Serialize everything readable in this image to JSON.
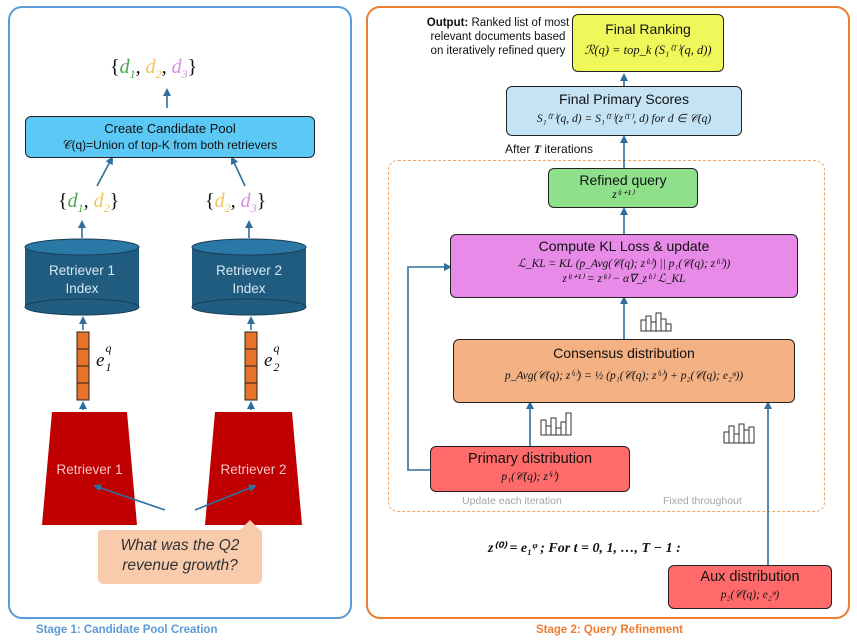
{
  "stage1": {
    "caption": "Stage 1: Candidate Pool Creation",
    "final_set": {
      "open": "{",
      "items": [
        "d",
        "d",
        "d"
      ],
      "subs": [
        "1",
        "2",
        "3"
      ],
      "close": "}"
    },
    "pool_box": {
      "title": "Create Candidate Pool",
      "subtitle": "𝒞(q)=Union of top-K from both retrievers"
    },
    "set_left": {
      "open": "{",
      "items": [
        "d",
        "d"
      ],
      "subs": [
        "1",
        "2"
      ],
      "close": "}"
    },
    "set_right": {
      "open": "{",
      "items": [
        "d",
        "d"
      ],
      "subs": [
        "2",
        "3"
      ],
      "close": "}"
    },
    "index1": {
      "line1": "Retriever 1",
      "line2": "Index"
    },
    "index2": {
      "line1": "Retriever 2",
      "line2": "Index"
    },
    "emb1": {
      "base": "e",
      "sup": "q",
      "sub": "1"
    },
    "emb2": {
      "base": "e",
      "sup": "q",
      "sub": "2"
    },
    "retriever1": "Retriever 1",
    "retriever2": "Retriever 2",
    "query": {
      "line1": "What was the Q2",
      "line2": "revenue growth?"
    }
  },
  "stage2": {
    "caption": "Stage 2: Query Refinement",
    "output_note": {
      "bold": "Output:",
      "rest1": " Ranked list of most",
      "line2": "relevant documents based",
      "line3": "on iteratively refined query"
    },
    "final_ranking": {
      "title": "Final  Ranking",
      "formula": "ℛ(q) = top_k (S₁⁽ᵀ⁾(q, d))"
    },
    "final_primary": {
      "title": "Final Primary Scores",
      "formula": "S₁⁽ᵀ⁾(q, d) = S₁⁽ᵀ⁾(z⁽ᵀ⁾, d)   for d ∈ 𝒞(q)"
    },
    "after_iterations": {
      "pre": "After ",
      "var": "T",
      "post": " iterations"
    },
    "refined_query": {
      "title": "Refined query",
      "formula": "z⁽ᵗ⁺¹⁾"
    },
    "kl_box": {
      "title": "Compute KL Loss & update",
      "formula1": "ℒ_KL = KL (p_Avg(𝒞(q); z⁽ᵗ⁾) || p₁(𝒞(q); z⁽ᵗ⁾))",
      "formula2": "z⁽ᵗ⁺¹⁾ = z⁽ᵗ⁾ − α∇_z⁽ᵗ⁾ ℒ_KL"
    },
    "consensus": {
      "title": "Consensus distribution",
      "formula": "p_Avg(𝒞(q); z⁽ᵗ⁾) = ½ (p₁(𝒞(q); z⁽ᵗ⁾) + p₂(𝒞(q); e₂ᵠ))"
    },
    "primary": {
      "title": "Primary distribution",
      "formula": "p₁(𝒞(q); z⁽ᵗ⁾)"
    },
    "update_note": "Update each iteration",
    "fixed_note": "Fixed throughout",
    "init_line": "z⁽⁰⁾ = e₁ᵠ ;  For t = 0, 1, …, T − 1 :",
    "aux": {
      "title": "Aux distribution",
      "formula": "p₂(𝒞(q); e₂ᵠ)"
    }
  },
  "colors": {
    "stage1_border": "#5b9bd5",
    "stage2_border": "#ed7d31",
    "pool_fill": "#5bc8f5",
    "index_fill": "#1f5c80",
    "retriever_fill": "#c00000",
    "embedding_fill": "#e8732a",
    "query_fill": "#f8cbad",
    "final_ranking_fill": "#f0f75a",
    "final_primary_fill": "#c4e3f5",
    "refined_fill": "#8ee08a",
    "kl_fill": "#e88ae8",
    "consensus_fill": "#f4b183",
    "primary_fill": "#ff6b6b",
    "aux_fill": "#ff6b6b",
    "arrow": "#2e6f9e",
    "d1": "#4aa84a",
    "d2": "#f2c35a",
    "d3": "#d58ee0"
  },
  "icons": [
    "histogram-icon",
    "histogram-icon",
    "histogram-icon"
  ]
}
